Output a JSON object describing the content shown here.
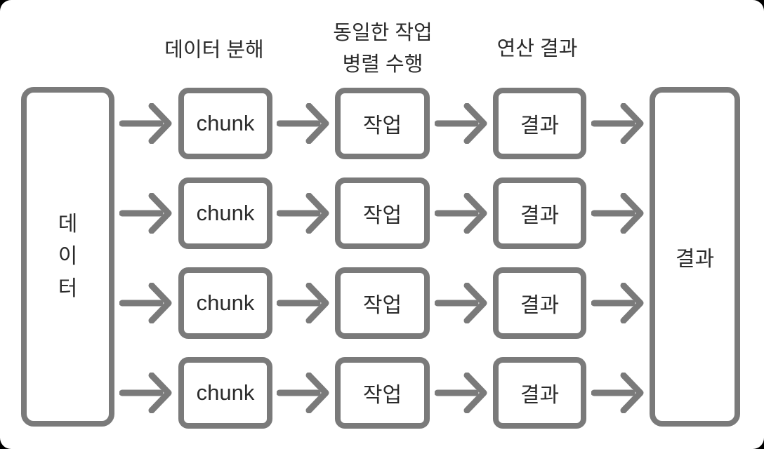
{
  "colors": {
    "page_background": "#000000",
    "canvas_background": "#ffffff",
    "stroke": "#7a7a7a",
    "text": "#2b2b2b"
  },
  "headers": [
    {
      "lines": [
        "데이터 분해"
      ]
    },
    {
      "lines": [
        "동일한 작업",
        "병렬 수행"
      ]
    },
    {
      "lines": [
        "연산 결과"
      ]
    }
  ],
  "source_box": {
    "label": "데이터",
    "lines": [
      "데",
      "이",
      "터"
    ]
  },
  "rows": [
    {
      "chunk": "chunk",
      "task": "작업",
      "result": "결과"
    },
    {
      "chunk": "chunk",
      "task": "작업",
      "result": "결과"
    },
    {
      "chunk": "chunk",
      "task": "작업",
      "result": "결과"
    },
    {
      "chunk": "chunk",
      "task": "작업",
      "result": "결과"
    }
  ],
  "sink_box": {
    "label": "결과"
  }
}
